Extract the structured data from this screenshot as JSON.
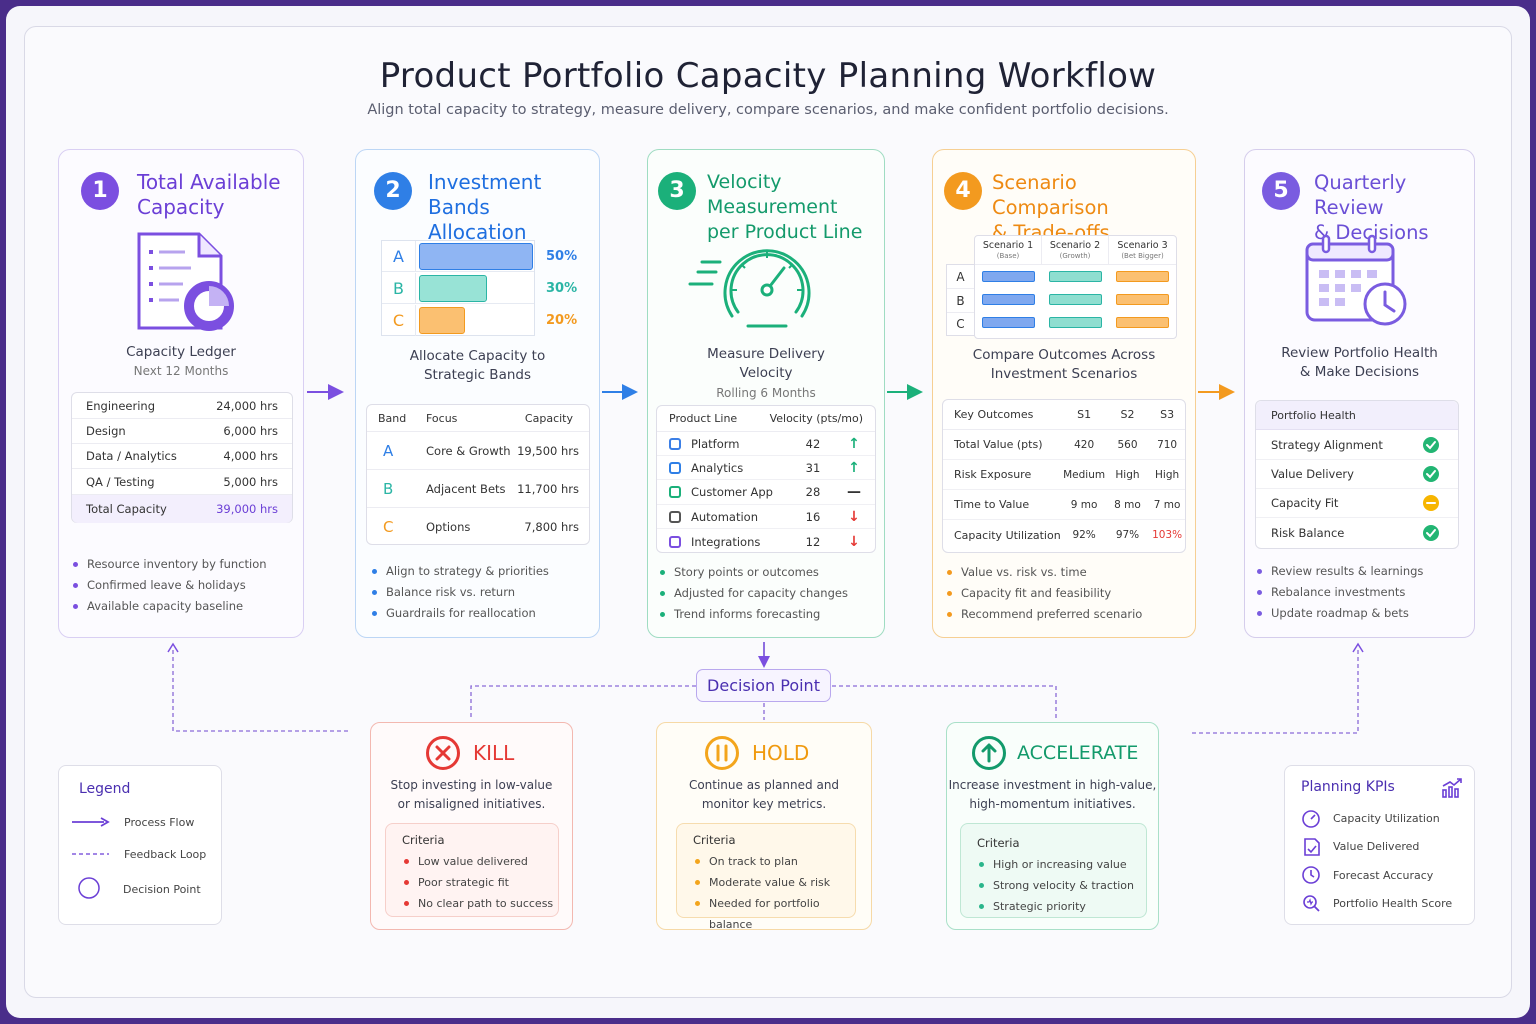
{
  "header": {
    "title": "Product Portfolio Capacity Planning Workflow",
    "subtitle": "Align total capacity to strategy, measure delivery, compare scenarios, and make confident portfolio decisions."
  },
  "steps": [
    {
      "num": "1",
      "title1": "Total Available",
      "title2": "Capacity",
      "caption1": "Capacity Ledger",
      "caption2": "Next 12 Months",
      "rows": [
        {
          "name": "Engineering",
          "val": "24,000 hrs"
        },
        {
          "name": "Design",
          "val": "6,000 hrs"
        },
        {
          "name": "Data / Analytics",
          "val": "4,000 hrs"
        },
        {
          "name": "QA / Testing",
          "val": "5,000 hrs"
        }
      ],
      "total": {
        "name": "Total Capacity",
        "val": "39,000 hrs"
      },
      "bullets": [
        "Resource inventory by function",
        "Confirmed leave & holidays",
        "Available capacity baseline"
      ]
    },
    {
      "num": "2",
      "title1": "Investment Bands",
      "title2": "Allocation",
      "caption1": "Allocate Capacity to",
      "caption2": "Strategic Bands",
      "bands": [
        {
          "letter": "A",
          "pct": "50%",
          "frac": 1.0
        },
        {
          "letter": "B",
          "pct": "30%",
          "frac": 0.6
        },
        {
          "letter": "C",
          "pct": "20%",
          "frac": 0.4
        }
      ],
      "headers": [
        "Band",
        "Focus",
        "Capacity"
      ],
      "rows": [
        {
          "band": "A",
          "focus": "Core & Growth",
          "cap": "19,500 hrs"
        },
        {
          "band": "B",
          "focus": "Adjacent Bets",
          "cap": "11,700 hrs"
        },
        {
          "band": "C",
          "focus": "Options",
          "cap": "7,800 hrs"
        }
      ],
      "bullets": [
        "Align to strategy & priorities",
        "Balance risk vs. return",
        "Guardrails for reallocation"
      ]
    },
    {
      "num": "3",
      "title1": "Velocity Measurement",
      "title2": "per Product Line",
      "caption1": "Measure Delivery",
      "caption2": "Velocity",
      "caption3": "Rolling 6 Months",
      "headers": [
        "Product Line",
        "Velocity (pts/mo)"
      ],
      "rows": [
        {
          "name": "Platform",
          "val": "42",
          "trend": "↑"
        },
        {
          "name": "Analytics",
          "val": "31",
          "trend": "↑"
        },
        {
          "name": "Customer App",
          "val": "28",
          "trend": "—"
        },
        {
          "name": "Automation",
          "val": "16",
          "trend": "↓"
        },
        {
          "name": "Integrations",
          "val": "12",
          "trend": "↓"
        }
      ],
      "bullets": [
        "Story points or outcomes",
        "Adjusted for capacity changes",
        "Trend informs forecasting"
      ]
    },
    {
      "num": "4",
      "title1": "Scenario Comparison",
      "title2": "& Trade-offs",
      "caption1": "Compare Outcomes Across",
      "caption2": "Investment Scenarios",
      "scenarios": [
        {
          "name": "Scenario 1",
          "sub": "(Base)"
        },
        {
          "name": "Scenario 2",
          "sub": "(Growth)"
        },
        {
          "name": "Scenario 3",
          "sub": "(Bet Bigger)"
        }
      ],
      "rowletters": [
        "A",
        "B",
        "C"
      ],
      "headers": [
        "Key Outcomes",
        "S1",
        "S2",
        "S3"
      ],
      "rows": [
        {
          "name": "Total Value (pts)",
          "s1": "420",
          "s2": "560",
          "s3": "710"
        },
        {
          "name": "Risk Exposure",
          "s1": "Medium",
          "s2": "High",
          "s3": "High"
        },
        {
          "name": "Time to Value",
          "s1": "9 mo",
          "s2": "8 mo",
          "s3": "7 mo"
        },
        {
          "name": "Capacity Utilization",
          "s1": "92%",
          "s2": "97%",
          "s3": "103%"
        }
      ],
      "bullets": [
        "Value vs. risk vs. time",
        "Capacity fit and feasibility",
        "Recommend preferred scenario"
      ]
    },
    {
      "num": "5",
      "title1": "Quarterly Review",
      "title2": "& Decisions",
      "caption1": "Review Portfolio Health",
      "caption2": "& Make Decisions",
      "panel_title": "Portfolio Health",
      "rows": [
        {
          "name": "Strategy Alignment",
          "status": "ok"
        },
        {
          "name": "Value Delivery",
          "status": "ok"
        },
        {
          "name": "Capacity Fit",
          "status": "warn"
        },
        {
          "name": "Risk Balance",
          "status": "ok"
        }
      ],
      "bullets": [
        "Review results & learnings",
        "Rebalance investments",
        "Update roadmap & bets"
      ]
    }
  ],
  "decision": {
    "label": "Decision Point"
  },
  "outcomes": [
    {
      "title": "KILL",
      "desc1": "Stop investing in low-value",
      "desc2": "or misaligned initiatives.",
      "crit_label": "Criteria",
      "criteria": [
        "Low value delivered",
        "Poor strategic fit",
        "No clear path to success"
      ]
    },
    {
      "title": "HOLD",
      "desc1": "Continue as planned and",
      "desc2": "monitor key metrics.",
      "crit_label": "Criteria",
      "criteria": [
        "On track to plan",
        "Moderate value & risk",
        "Needed for portfolio balance"
      ]
    },
    {
      "title": "ACCELERATE",
      "desc1": "Increase investment in high-value,",
      "desc2": "high-momentum initiatives.",
      "crit_label": "Criteria",
      "criteria": [
        "High or increasing value",
        "Strong velocity & traction",
        "Strategic priority"
      ]
    }
  ],
  "legend": {
    "title": "Legend",
    "items": [
      "Process Flow",
      "Feedback Loop",
      "Decision Point"
    ]
  },
  "kpis": {
    "title": "Planning KPIs",
    "items": [
      "Capacity Utilization",
      "Value Delivered",
      "Forecast Accuracy",
      "Portfolio Health Score"
    ]
  },
  "colors": {
    "purple": "#7b4fe0",
    "blue": "#2f7fe6",
    "green": "#1bb07a",
    "orange": "#f39a1f",
    "violet": "#7a5ce0",
    "red": "#e53935",
    "amber": "#f3a51c",
    "teal": "#2bb58b"
  }
}
